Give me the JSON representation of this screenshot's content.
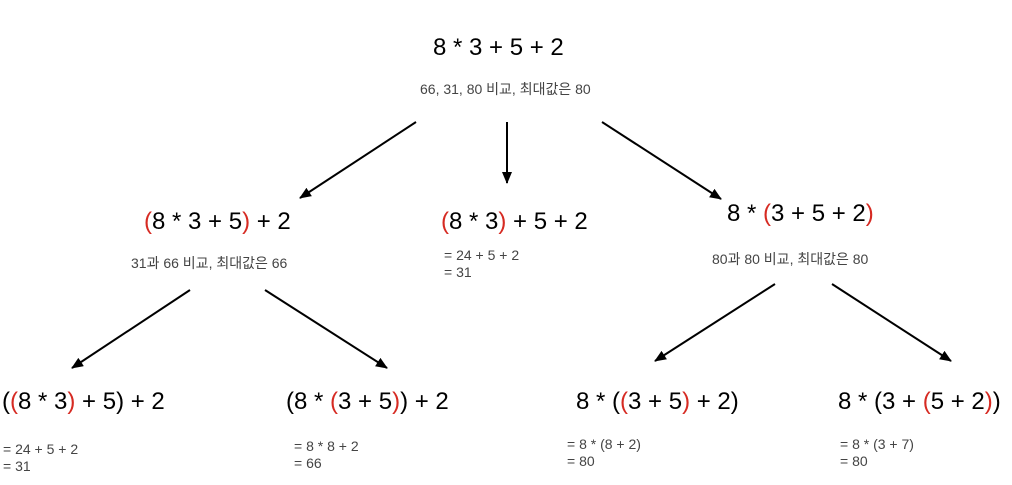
{
  "nodes": {
    "root": {
      "expr": [
        "8 * 3 + 5 + 2"
      ],
      "note": "66, 31, 80 비교, 최대값은 80"
    },
    "l1_left": {
      "expr": [
        "(",
        "8 * 3 + 5",
        ")",
        " + 2"
      ],
      "note": "31과 66 비교, 최대값은 66"
    },
    "l1_mid": {
      "expr": [
        "(",
        "8 * 3",
        ")",
        " + 5 + 2"
      ],
      "calc": [
        "= 24 + 5 + 2",
        "= 31"
      ]
    },
    "l1_right": {
      "expr": [
        "8 * ",
        "(",
        "3 + 5 + 2",
        ")"
      ],
      "note": "80과 80 비교, 최대값은 80"
    },
    "l2_a": {
      "expr": [
        "(",
        "(",
        "8 * 3",
        ")",
        " + 5) + 2"
      ],
      "calc": [
        "= 24 + 5 + 2",
        "= 31"
      ]
    },
    "l2_b": {
      "expr": [
        "(8 * ",
        "(",
        "3 + 5",
        ")",
        ") + 2"
      ],
      "calc": [
        "= 8 * 8 + 2",
        "= 66"
      ]
    },
    "l2_c": {
      "expr": [
        "8 * (",
        "(",
        "3 + 5",
        ")",
        " + 2)"
      ],
      "calc": [
        "= 8 * (8 + 2)",
        "= 80"
      ]
    },
    "l2_d": {
      "expr": [
        "8 * (3 + ",
        "(",
        "5 + 2",
        ")",
        ")"
      ],
      "calc": [
        "= 8 * (3 + 7)",
        "= 80"
      ]
    }
  },
  "colors": {
    "paren_highlight": "#d62a22",
    "arrow": "#000000",
    "note_text": "#444444"
  }
}
